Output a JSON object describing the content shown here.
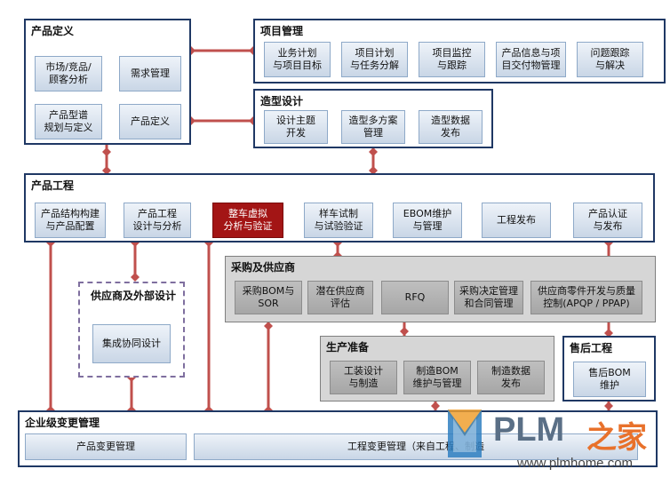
{
  "panels": {
    "product_def": "产品定义",
    "project_mgmt": "项目管理",
    "styling": "造型设计",
    "product_eng": "产品工程",
    "supplier_design": "供应商及外部设计",
    "procurement": "采购及供应商",
    "production_prep": "生产准备",
    "after_sales": "售后工程",
    "enterprise_change": "企业级变更管理"
  },
  "product_def_items": [
    "市场/竞品/\n顾客分析",
    "需求管理",
    "产品型谱\n规划与定义",
    "产品定义"
  ],
  "project_items": [
    "业务计划\n与项目目标",
    "项目计划\n与任务分解",
    "项目监控\n与跟踪",
    "产品信息与项\n目交付物管理",
    "问题跟踪\n与解决"
  ],
  "styling_items": [
    "设计主题\n开发",
    "造型多方案\n管理",
    "造型数据\n发布"
  ],
  "product_eng_items": [
    "产品结构构建\n与产品配置",
    "产品工程\n设计与分析",
    "整车虚拟\n分析与验证",
    "样车试制\n与试验验证",
    "EBOM维护\n与管理",
    "工程发布",
    "产品认证\n与发布"
  ],
  "supplier_item": "集成协同设计",
  "procurement_items": [
    "采购BOM与\nSOR",
    "潜在供应商\n评估",
    "RFQ",
    "采购决定管理\n和合同管理",
    "供应商零件开发与质量\n控制(APQP / PPAP)"
  ],
  "production_items": [
    "工装设计\n与制造",
    "制造BOM\n维护与管理",
    "制造数据\n发布"
  ],
  "after_sales_item": "售后BOM\n维护",
  "change_items": [
    "产品变更管理",
    "工程变更管理（来自工程、制造"
  ],
  "logo": {
    "brand": "PLM",
    "suffix": "之家",
    "url": "www.plmhome.com"
  },
  "colors": {
    "panel_border": "#1f3864",
    "connector": "#c0504d",
    "highlight": "#a31515"
  }
}
